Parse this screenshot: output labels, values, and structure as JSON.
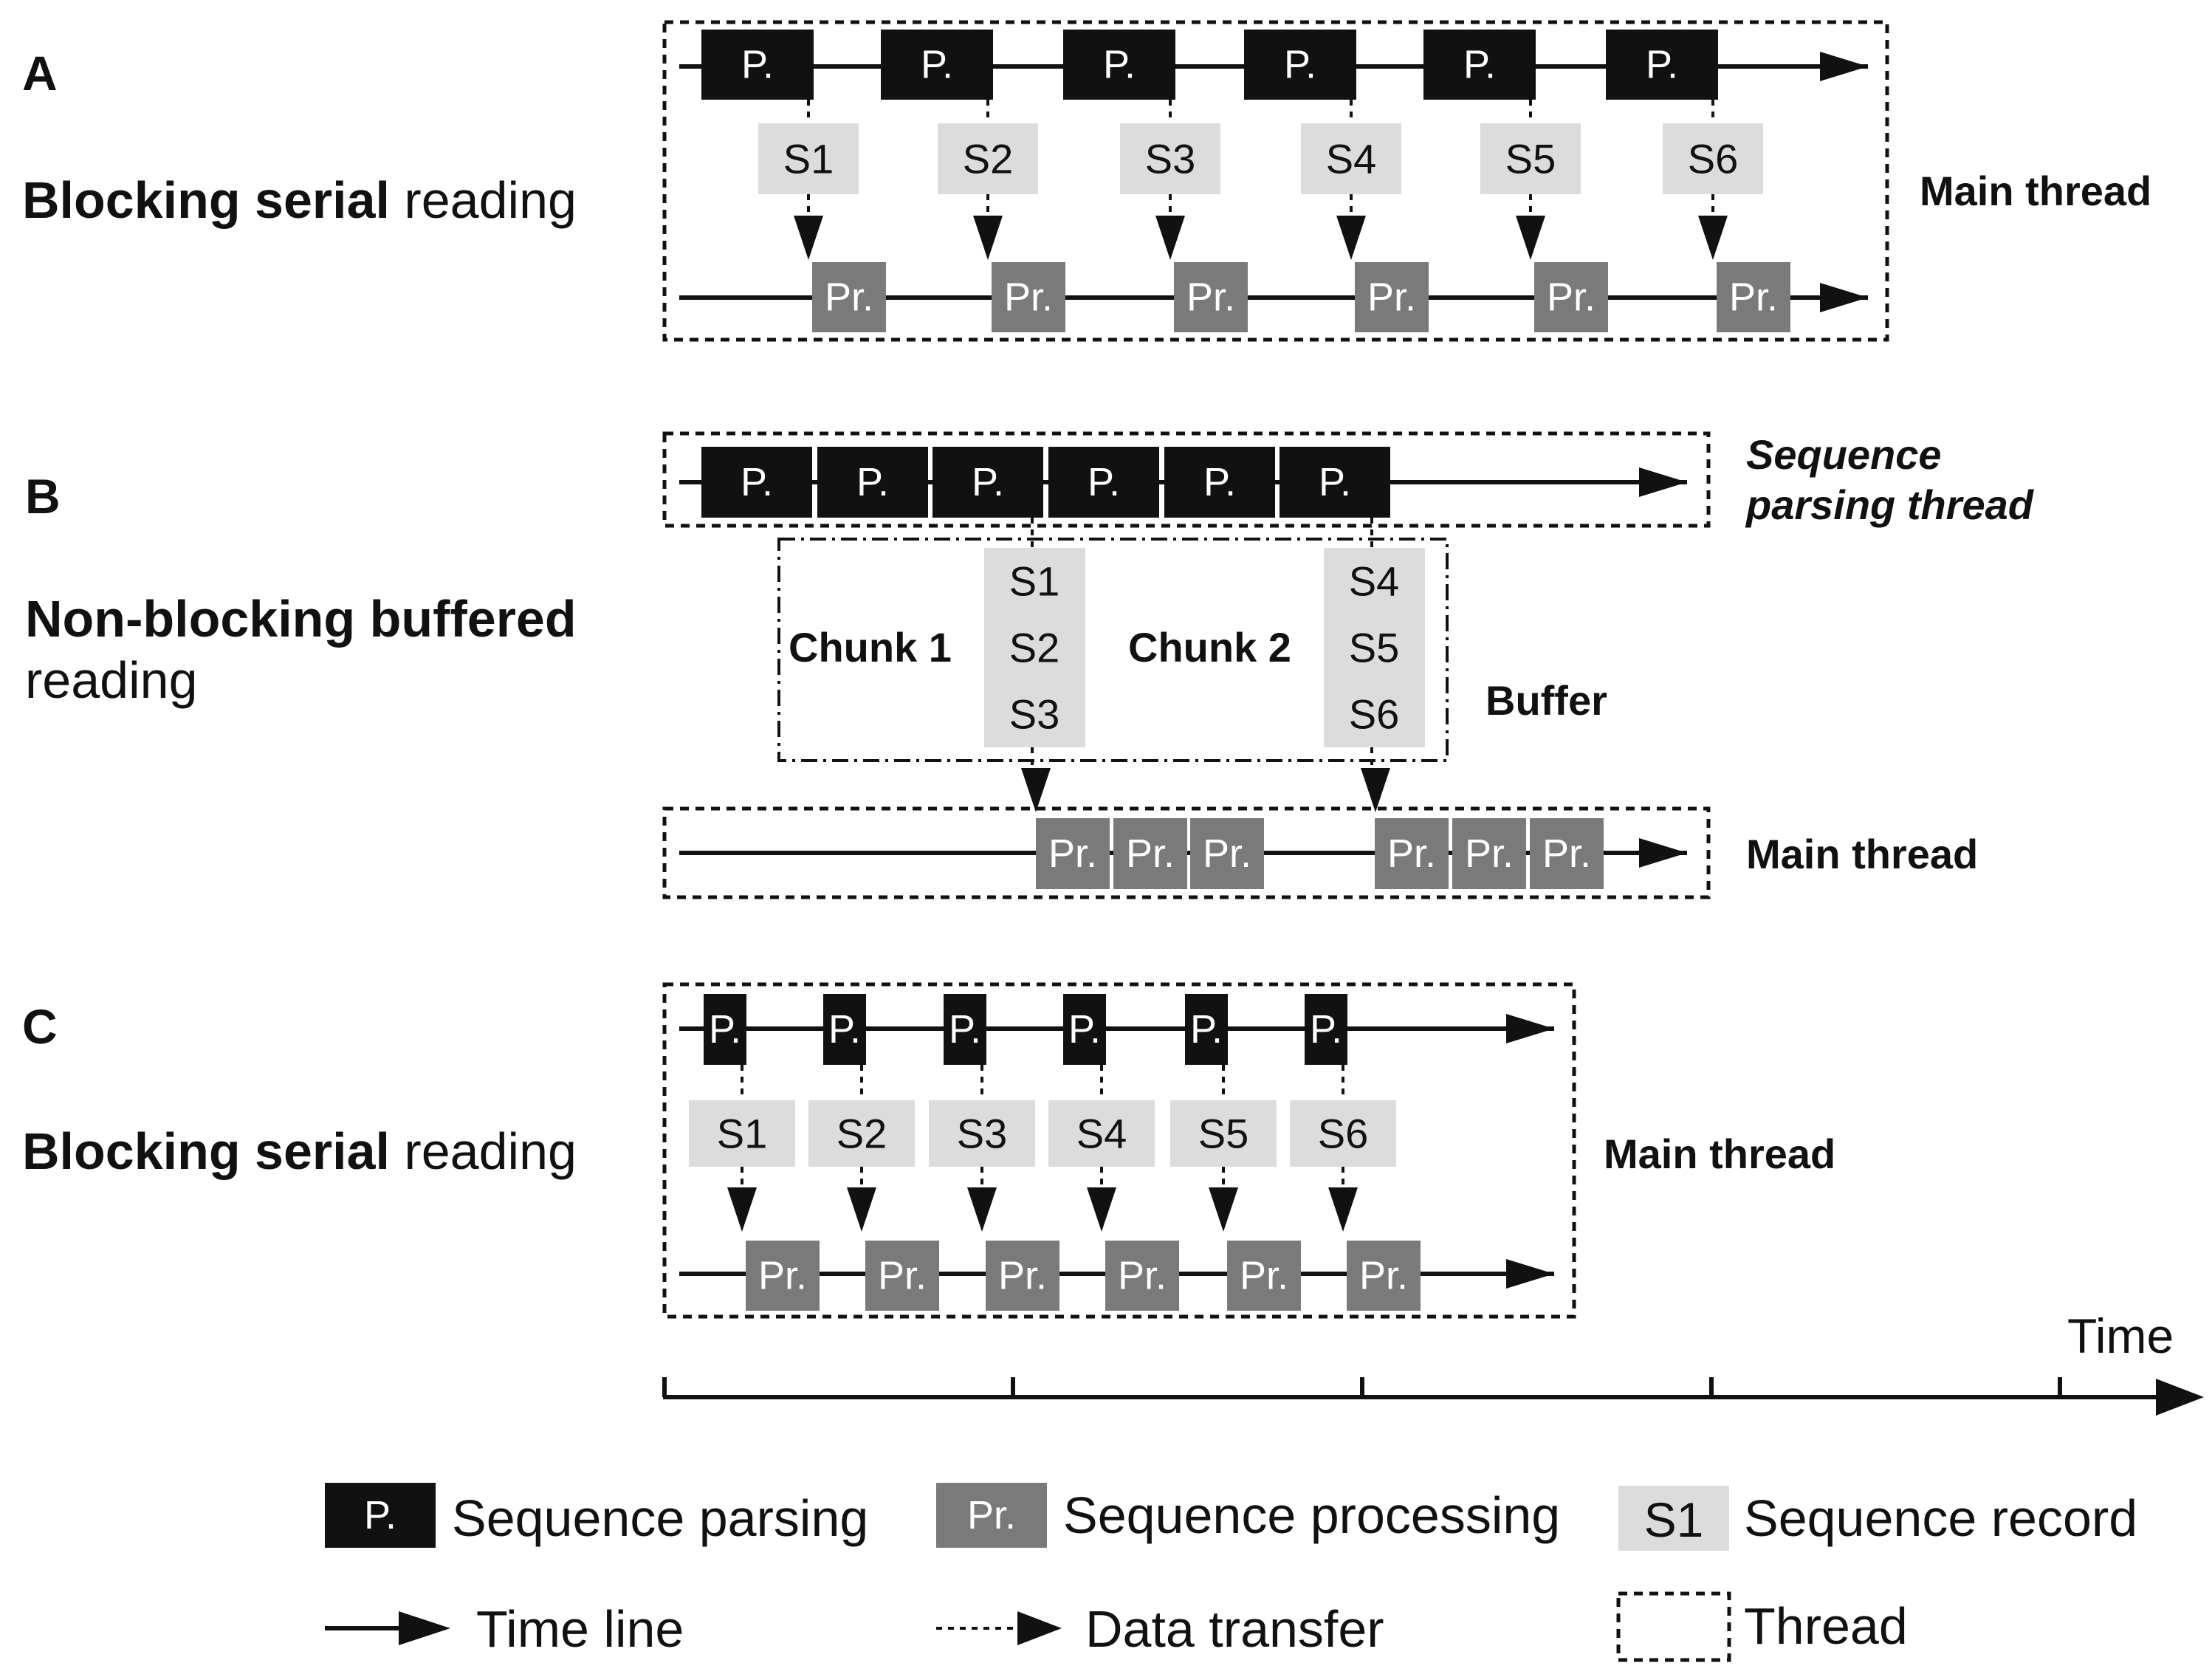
{
  "panels": {
    "a": {
      "letter": "A",
      "title_bold": "Blocking serial",
      "title_rest": " reading",
      "thread_label": "Main thread"
    },
    "b": {
      "letter": "B",
      "title_bold": "Non-blocking buffered",
      "title_rest": "reading",
      "parsing_label_1": "Sequence",
      "parsing_label_2": "parsing thread",
      "buffer_label": "Buffer",
      "main_label": "Main thread",
      "chunk1": "Chunk 1",
      "chunk2": "Chunk 2"
    },
    "c": {
      "letter": "C",
      "title_bold": "Blocking serial",
      "title_rest": " reading",
      "thread_label": "Main thread"
    }
  },
  "labels": {
    "parse": "P.",
    "process": "Pr."
  },
  "records": [
    "S1",
    "S2",
    "S3",
    "S4",
    "S5",
    "S6"
  ],
  "time_axis": {
    "label": "Time"
  },
  "legend": {
    "parse_symbol": "P.",
    "parse_text": "Sequence parsing",
    "process_symbol": "Pr.",
    "process_text": "Sequence processing",
    "record_symbol": "S1",
    "record_text": "Sequence record",
    "timeline_text": "Time line",
    "transfer_text": "Data transfer",
    "thread_text": "Thread"
  },
  "colors": {
    "parse": "#111111",
    "process": "#7a7a7a",
    "record": "#dcdcdc"
  }
}
